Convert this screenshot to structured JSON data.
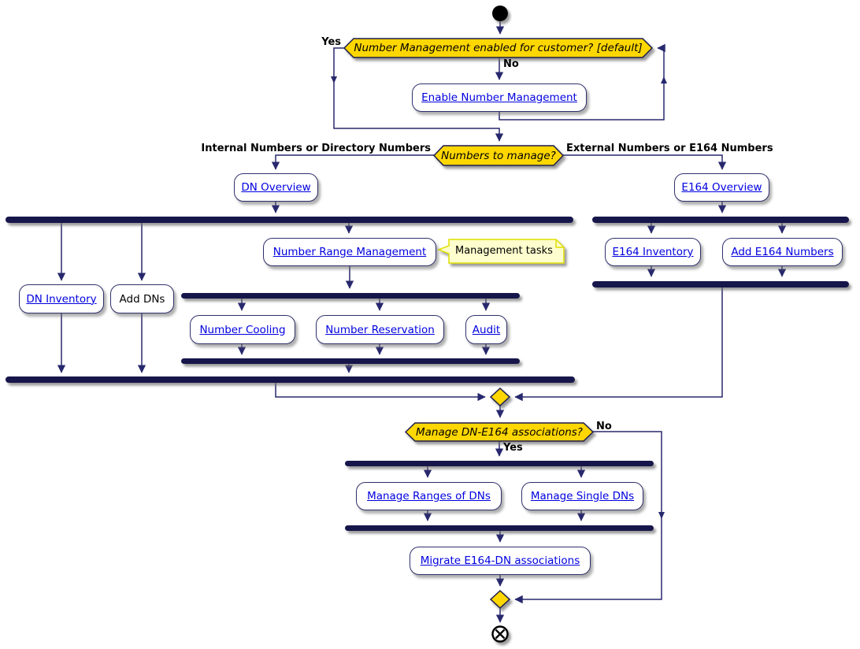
{
  "decisions": {
    "enable_check": {
      "question": "Number Management enabled for customer? [default]",
      "yes_label": "Yes",
      "no_label": "No"
    },
    "numbers_to_manage": {
      "question": "Numbers to manage?",
      "left_label": "Internal Numbers or Directory Numbers",
      "right_label": "External Numbers or E164 Numbers"
    },
    "manage_associations": {
      "question": "Manage DN-E164 associations?",
      "yes_label": "Yes",
      "no_label": "No"
    }
  },
  "activities": {
    "enable_number_management": {
      "label": "Enable Number Management",
      "is_link": true
    },
    "dn_overview": {
      "label": "DN Overview",
      "is_link": true
    },
    "e164_overview": {
      "label": "E164 Overview",
      "is_link": true
    },
    "dn_inventory": {
      "label": "DN Inventory",
      "is_link": true
    },
    "add_dns": {
      "label": "Add DNs",
      "is_link": false
    },
    "number_range_management": {
      "label": "Number Range Management",
      "is_link": true
    },
    "number_cooling": {
      "label": "Number Cooling",
      "is_link": true
    },
    "number_reservation": {
      "label": "Number Reservation",
      "is_link": true
    },
    "audit": {
      "label": "Audit",
      "is_link": true
    },
    "e164_inventory": {
      "label": "E164 Inventory",
      "is_link": true
    },
    "add_e164_numbers": {
      "label": "Add E164 Numbers",
      "is_link": true
    },
    "manage_ranges_of_dns": {
      "label": "Manage Ranges of DNs",
      "is_link": true
    },
    "manage_single_dns": {
      "label": "Manage Single DNs",
      "is_link": true
    },
    "migrate_e164_dn_associations": {
      "label": "Migrate E164-DN associations",
      "is_link": true
    }
  },
  "note": {
    "text": "Management tasks"
  },
  "colors": {
    "decision_fill": "#FFD700",
    "decision_border": "#1B1B4E",
    "line": "#28286E",
    "bar": "#14144B",
    "box_fill": "#FFFFFF",
    "box_border": "#30306B",
    "link": "#0000E0",
    "text": "#000000",
    "note_fill": "#FDFDCD",
    "note_border": "#E0E000"
  }
}
